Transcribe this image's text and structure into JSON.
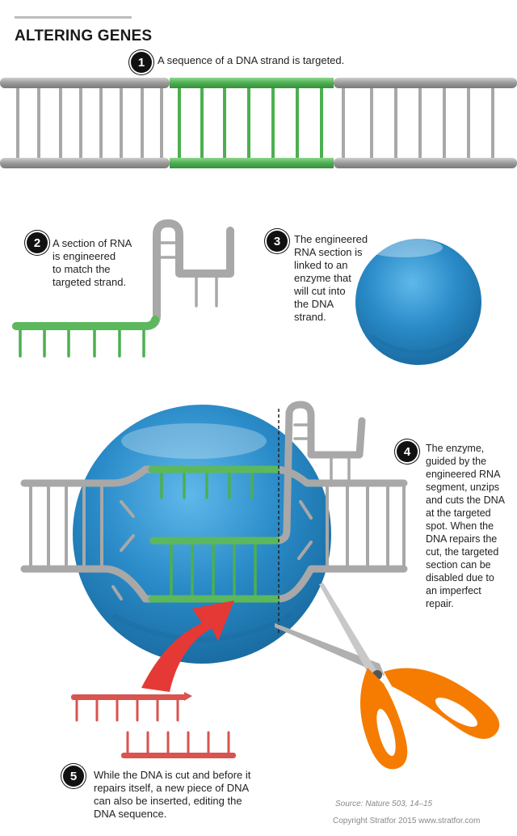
{
  "title": "ALTERING GENES",
  "steps": [
    {
      "number": "1",
      "text": "A sequence of a DNA strand is targeted."
    },
    {
      "number": "2",
      "lines": [
        "A section of RNA",
        "is engineered",
        "to match the",
        "targeted strand."
      ]
    },
    {
      "number": "3",
      "lines": [
        "The engineered",
        "RNA section is",
        "linked to an",
        "enzyme that",
        "will cut into",
        "the DNA",
        "strand."
      ]
    },
    {
      "number": "4",
      "lines": [
        "The enzyme,",
        "guided by the",
        "engineered RNA",
        "segment, unzips",
        "and cuts the DNA",
        "at the targeted",
        "spot. When the",
        "DNA repairs the",
        "cut, the targeted",
        "section can be",
        "disabled due to",
        "an imperfect",
        "repair."
      ]
    },
    {
      "number": "5",
      "lines": [
        "While the DNA is cut and before it",
        "repairs itself, a new piece of DNA",
        "can also be inserted, editing the",
        "DNA sequence."
      ]
    }
  ],
  "source": "Source: Nature 503, 14–15",
  "copyright": "Copyright Stratfor 2015   www.stratfor.com",
  "colors": {
    "dna_gray": "#9e9e9e",
    "target_green": "#5cb85c",
    "enzyme_blue": "#2b8fca",
    "new_dna_red": "#d9534f",
    "scissors_orange": "#f57c00"
  },
  "icons": [
    "scissors-icon",
    "arrow-icon"
  ]
}
